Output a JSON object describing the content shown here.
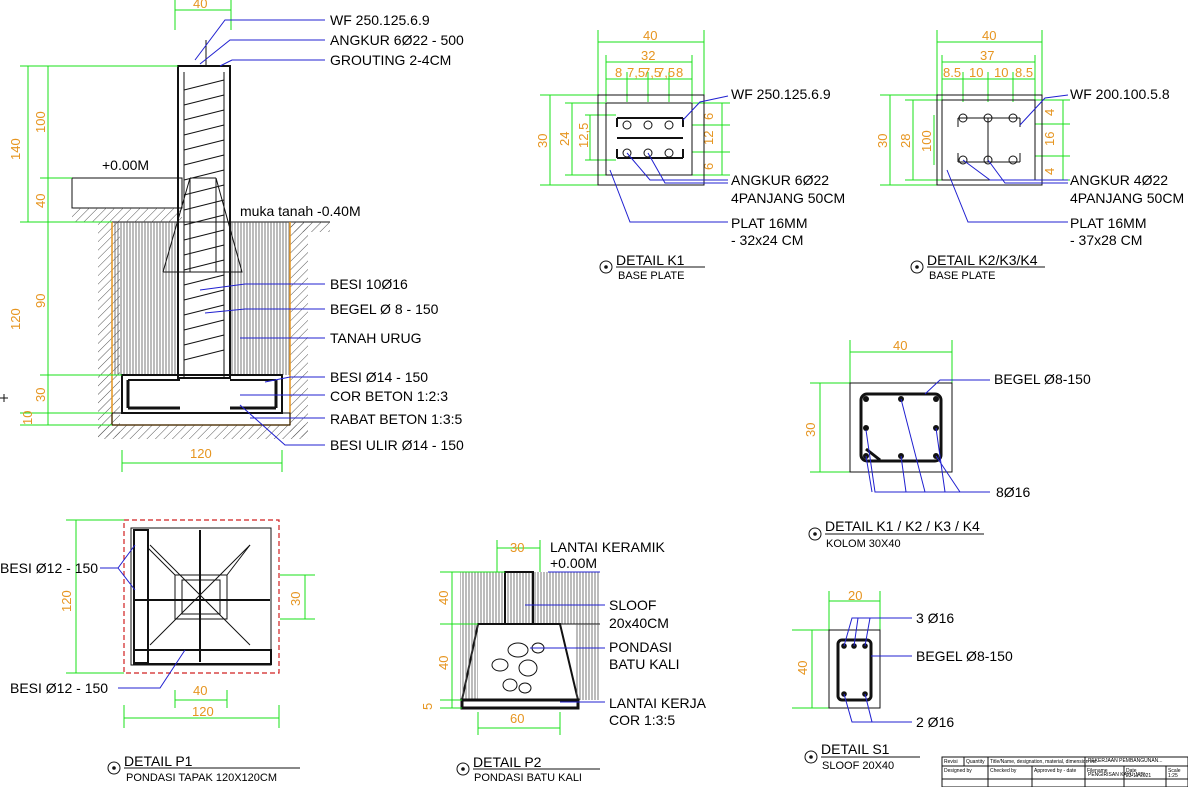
{
  "colors": {
    "dimension_line": "#18e018",
    "dimension_text": "#e69520",
    "leader": "#2020d0",
    "section_cut": "#d02020",
    "drawing": "#111111"
  },
  "foundation": {
    "labels": {
      "wf": "WF 250.125.6.9",
      "angkur": "ANGKUR 6Ø22 - 500",
      "grouting": "GROUTING 2-4CM",
      "level": "+0.00M",
      "muka_tanah": "muka tanah -0.40M",
      "besi_10": "BESI 10Ø16",
      "begel": "BEGEL Ø 8 - 150",
      "tanah_urug": "TANAH URUG",
      "besi_14": "BESI Ø14 - 150",
      "cor_beton": "COR BETON 1:2:3",
      "rabat": "RABAT BETON 1:3:5",
      "besi_ulir": "BESI ULIR Ø14 - 150"
    },
    "dims": {
      "top": "40",
      "h140": "140",
      "h100": "100",
      "h40": "40",
      "h120": "120",
      "h90": "90",
      "h30": "30",
      "h10": "10",
      "width": "120"
    }
  },
  "k1": {
    "dims": {
      "w40": "40",
      "w32": "32",
      "s8a": "8",
      "s75a": "7,5",
      "s75b": "7,5",
      "s75c": "7,5",
      "s8b": "8",
      "h30": "30",
      "h24": "24",
      "h125": "12,5",
      "r6a": "6",
      "r12": "12",
      "r6b": "6"
    },
    "labels": {
      "wf": "WF 250.125.6.9",
      "angkur1": "ANGKUR 6Ø22",
      "angkur2": "4PANJANG 50CM",
      "plat1": "PLAT 16MM",
      "plat2": "- 32x24 CM"
    },
    "title": "DETAIL K1",
    "subtitle": "BASE PLATE"
  },
  "k2": {
    "dims": {
      "w40": "40",
      "w37": "37",
      "s85a": "8.5",
      "s10a": "10",
      "s10b": "10",
      "s85b": "8.5",
      "h30": "30",
      "h28": "28",
      "h100": "100",
      "r4a": "4",
      "r16": "16",
      "r4b": "4"
    },
    "labels": {
      "wf": "WF 200.100.5.8",
      "angkur1": "ANGKUR 4Ø22",
      "angkur2": "4PANJANG 50CM",
      "plat1": "PLAT 16MM",
      "plat2": "- 37x28 CM"
    },
    "title": "DETAIL K2/K3/K4",
    "subtitle": "BASE PLATE"
  },
  "kolom": {
    "dims": {
      "w": "40",
      "h": "30"
    },
    "labels": {
      "begel": "BEGEL Ø8-150",
      "tul": "8Ø16"
    },
    "title": "DETAIL K1 / K2 / K3 / K4",
    "subtitle": "KOLOM 30X40"
  },
  "p1": {
    "dims": {
      "h120": "120",
      "h30": "30",
      "w40": "40",
      "w120": "120"
    },
    "labels": {
      "besi_a": "BESI Ø12 - 150",
      "besi_b": "BESI Ø12 - 150"
    },
    "title": "DETAIL P1",
    "subtitle": "PONDASI TAPAK 120X120CM"
  },
  "p2": {
    "dims": {
      "w30": "30",
      "h40a": "40",
      "h40b": "40",
      "h5": "5",
      "w60": "60"
    },
    "labels": {
      "lantai1": "LANTAI KERAMIK",
      "lantai2": "+0.00M",
      "sloof1": "SLOOF",
      "sloof2": "20x40CM",
      "pondasi1": "PONDASI",
      "pondasi2": "BATU KALI",
      "kerja1": "LANTAI KERJA",
      "kerja2": "COR 1:3:5"
    },
    "title": "DETAIL P2",
    "subtitle": "PONDASI BATU KALI"
  },
  "s1": {
    "dims": {
      "w": "20",
      "h": "40"
    },
    "labels": {
      "top": "3 Ø16",
      "begel": "BEGEL Ø8-150",
      "bottom": "2 Ø16"
    },
    "title": "DETAIL S1",
    "subtitle": "SLOOF 20X40"
  },
  "title_block": {
    "h_revisi": "Revisi",
    "h_quantity": "Quantity",
    "h_desc": "Title/Name, designation, material, dimension etc",
    "h_project": "PEKERJAAN PEMBANGUNAN...",
    "h_designed": "Designed by",
    "h_checked": "Checked by",
    "h_approved": "Approved by - date",
    "h_filename": "Filename",
    "h_date": "Date",
    "h_scale": "Scale",
    "project": "PENGIRISAN KAYU JATI",
    "date": "23-11-2021",
    "scale": "1:25"
  }
}
